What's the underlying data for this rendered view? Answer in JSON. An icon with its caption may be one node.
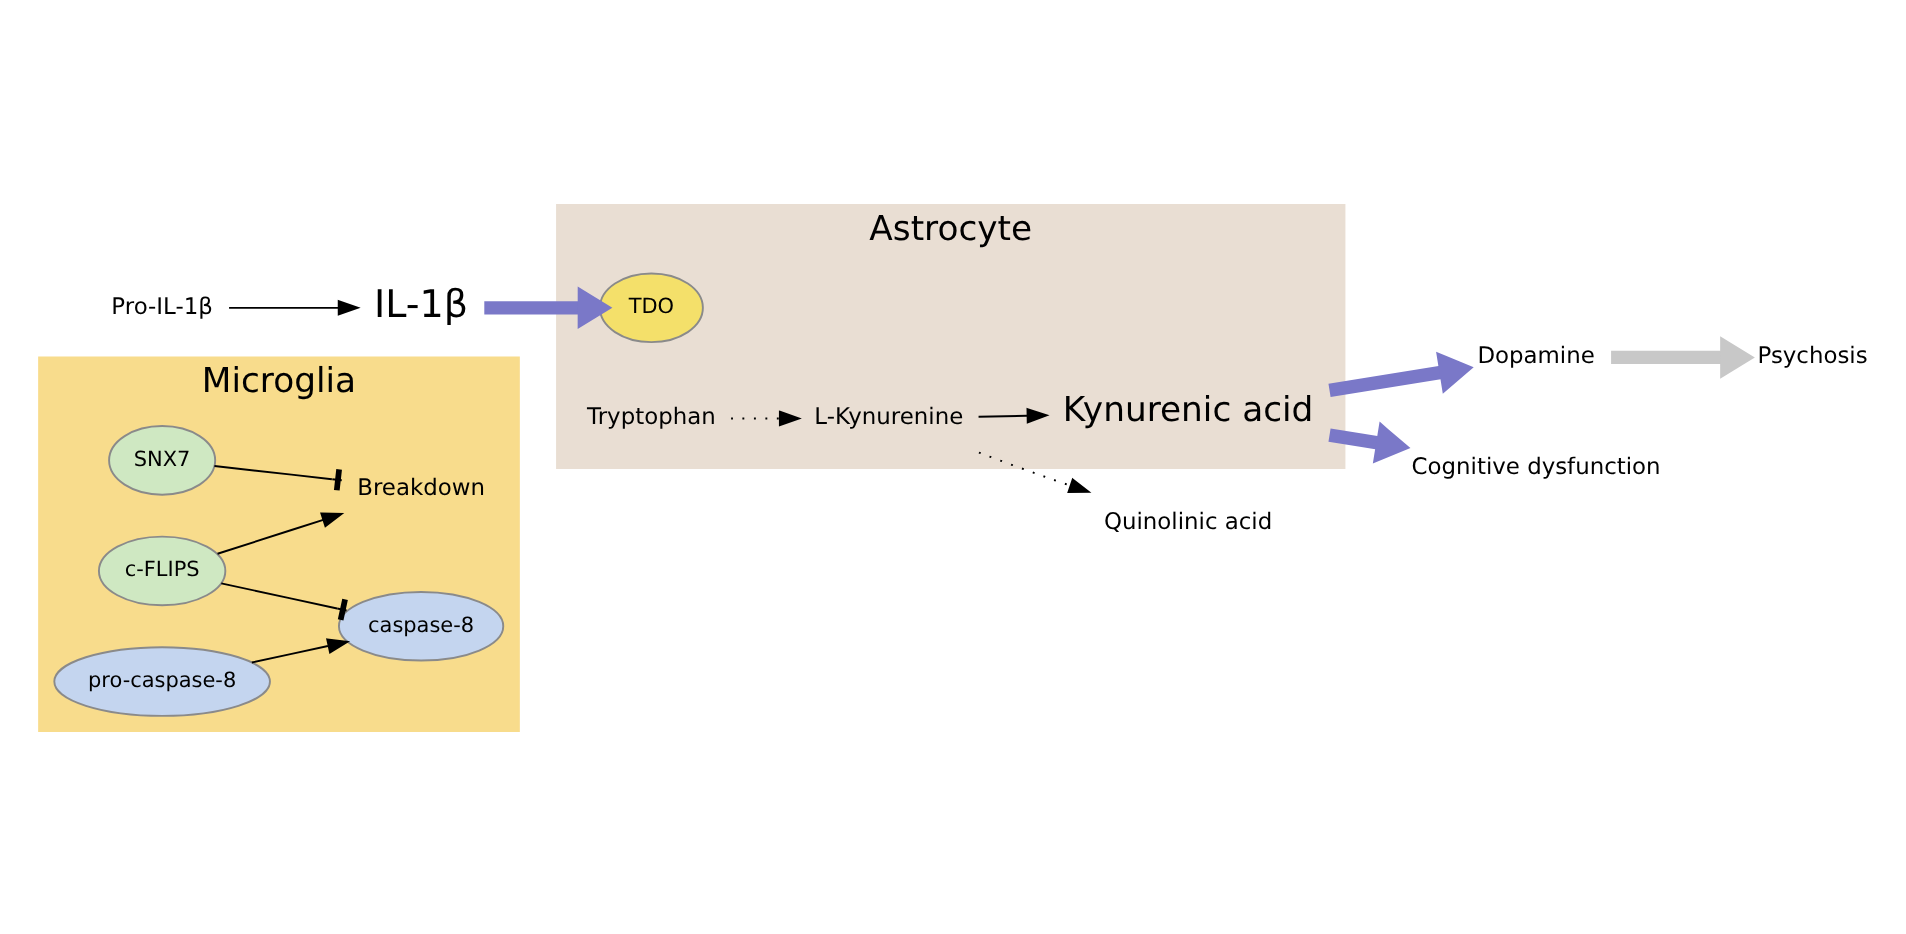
{
  "diagram": {
    "nodes": [
      {
        "text": [
          "Microglia"
        ]
      },
      {
        "text": [
          "SNX7"
        ],
        "in": 0
      },
      {
        "text": [
          "c-FLIPS"
        ],
        "in": 0
      },
      {
        "text": [
          "pro-caspase-8"
        ],
        "in": 0
      },
      {
        "text": [
          "Breakdown"
        ],
        "in": 0
      },
      {
        "text": [
          "caspase-8"
        ],
        "in": 0
      },
      {
        "text": [
          "IL-1β"
        ]
      },
      {
        "text": [
          "Pro-IL-1β"
        ]
      },
      {
        "text": [
          "Astrocyte"
        ]
      },
      {
        "text": [
          "TDO"
        ],
        "in": 8
      },
      {
        "text": [
          "Tryptophan"
        ],
        "in": 8
      },
      {
        "text": [
          "L-Kynurenine"
        ],
        "in": 8
      },
      {
        "text": [
          "Kynurenic acid"
        ],
        "in": 8
      },
      {
        "text": [
          "Quinolinic acid"
        ]
      },
      {
        "text": [
          "Dopamine"
        ]
      },
      {
        "text": [
          "Cognitive dysfunction"
        ]
      },
      {
        "text": [
          "Psychosis"
        ]
      }
    ],
    "edges": [
      {
        "from": 1,
        "to": 4,
        "arrow": "other"
      },
      {
        "from": 2,
        "to": 4,
        "arrow": "to"
      },
      {
        "from": 2,
        "to": 5,
        "arrow": "other"
      },
      {
        "from": 3,
        "to": 5,
        "arrow": "to"
      },
      {
        "from": 7,
        "to": 6,
        "arrow": "to"
      },
      {
        "from": 6,
        "to": 9,
        "arrow": "to",
        "style": "thick",
        "color": "#7a78c8"
      },
      {
        "from": 10,
        "to": 11,
        "arrow": "to",
        "style": "dashed"
      },
      {
        "from": 11,
        "to": 12,
        "arrow": "to"
      },
      {
        "from": 11,
        "to": 13,
        "arrow": "to",
        "style": "dashed"
      },
      {
        "from": 12,
        "to": 14,
        "arrow": "to",
        "style": "thick",
        "color": "#7a78c8"
      },
      {
        "from": 12,
        "to": 15,
        "arrow": "to",
        "style": "thick",
        "color": "#7a78c8"
      },
      {
        "from": 14,
        "to": 16,
        "arrow": "to",
        "style": "thick",
        "color": "#c8c8c8"
      }
    ]
  }
}
